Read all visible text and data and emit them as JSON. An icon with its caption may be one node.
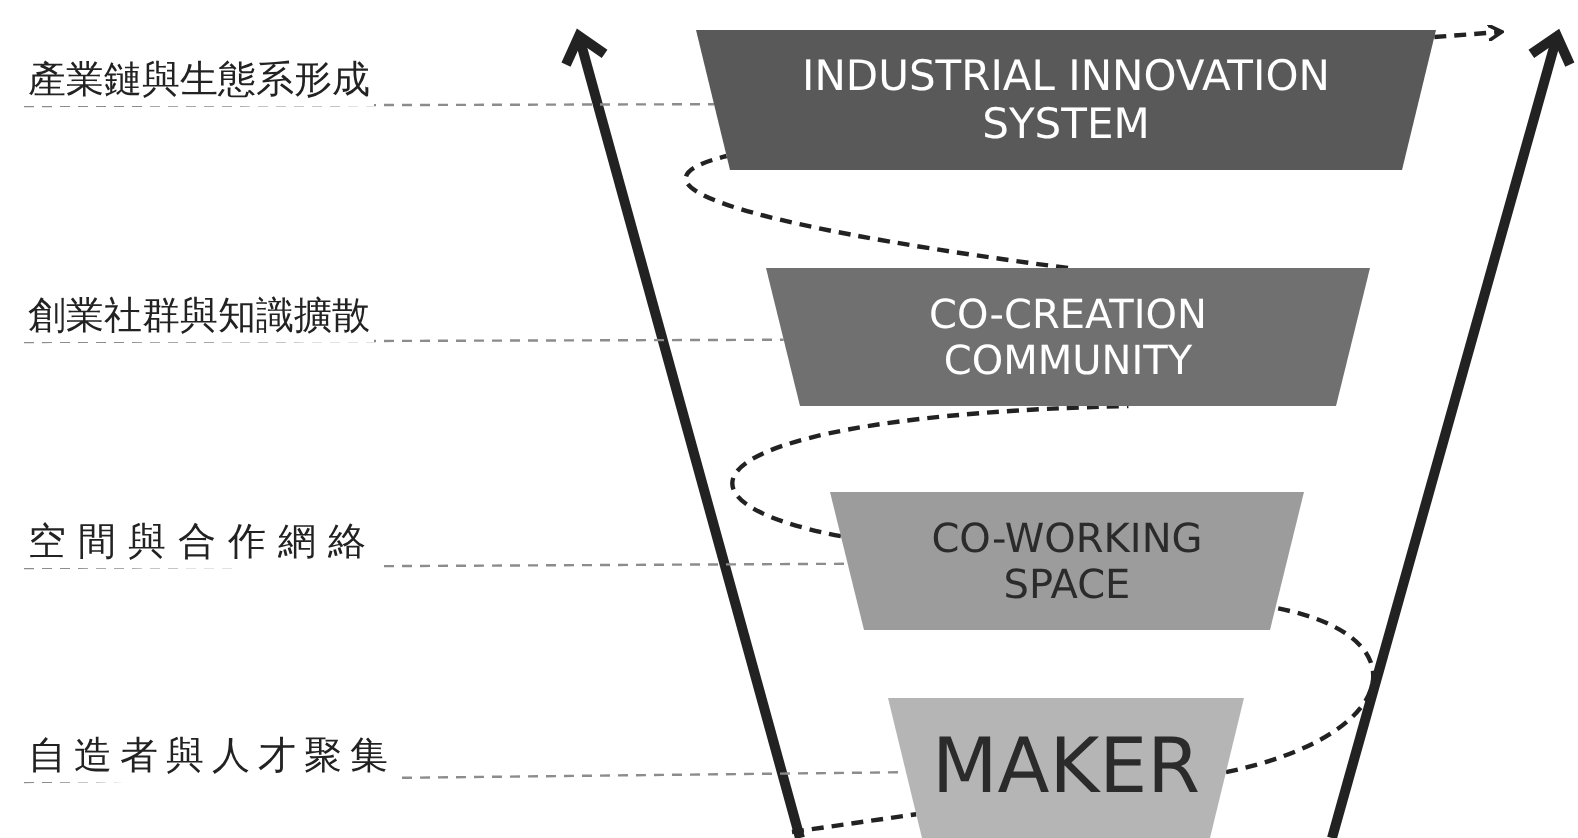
{
  "diagram": {
    "nodes": [
      {
        "text": [
          "產業鏈與生態系形成"
        ]
      },
      {
        "text": [
          "INDUSTRIAL INNOVATION SYSTEM"
        ]
      },
      {
        "text": [
          "創業社群與知識擴散"
        ]
      },
      {
        "text": [
          "CO-CREATION COMMUNITY"
        ]
      },
      {
        "text": [
          "空間與合作網絡"
        ]
      },
      {
        "text": [
          "CO-WORKING SPACE"
        ]
      },
      {
        "text": [
          "自造者與人才聚集"
        ]
      },
      {
        "text": [
          "MAKER"
        ]
      }
    ],
    "edges": [
      {
        "from": 0,
        "to": 1,
        "arrow": "none",
        "style": "dashed",
        "color": "#8c8c8c"
      },
      {
        "from": 2,
        "to": 3,
        "arrow": "none",
        "style": "dashed",
        "color": "#8c8c8c"
      },
      {
        "from": 4,
        "to": 5,
        "arrow": "none",
        "style": "dashed",
        "color": "#8c8c8c"
      },
      {
        "from": 6,
        "to": 7,
        "arrow": "none",
        "style": "dashed",
        "color": "#8c8c8c"
      },
      {
        "from": null,
        "to": 7,
        "arrow": "none",
        "style": "dashed"
      },
      {
        "from": 7,
        "to": 5,
        "arrow": "none",
        "style": "dashed"
      },
      {
        "from": 5,
        "to": 3,
        "arrow": "none",
        "style": "dashed"
      },
      {
        "from": 3,
        "to": 1,
        "arrow": "none",
        "style": "dashed"
      },
      {
        "from": 1,
        "to": null,
        "arrow": "to",
        "style": "dashed"
      }
    ]
  }
}
